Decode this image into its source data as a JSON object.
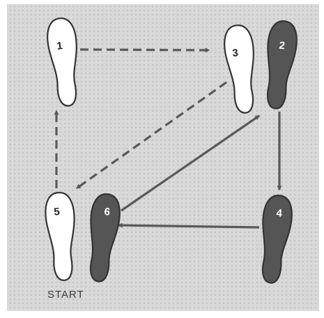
{
  "colors": {
    "background": "#d2d2d2",
    "frame": "#ffffff",
    "light_foot_fill": "#ffffff",
    "dark_foot_fill": "#555555",
    "outline": "#333333",
    "arrow": "#595959"
  },
  "diagram": {
    "start_label": "START",
    "footprints": [
      {
        "id": "1",
        "label": "1",
        "fill": "light",
        "foot": "left"
      },
      {
        "id": "2",
        "label": "2",
        "fill": "dark",
        "foot": "right"
      },
      {
        "id": "3",
        "label": "3",
        "fill": "light",
        "foot": "left"
      },
      {
        "id": "4",
        "label": "4",
        "fill": "dark",
        "foot": "right"
      },
      {
        "id": "5",
        "label": "5",
        "fill": "light",
        "foot": "left"
      },
      {
        "id": "6",
        "label": "6",
        "fill": "dark",
        "foot": "right"
      }
    ],
    "paths": [
      {
        "from": "1",
        "to": "3",
        "style": "dashed"
      },
      {
        "from": "2",
        "to": "4",
        "style": "solid"
      },
      {
        "from": "3",
        "to": "5",
        "style": "dashed"
      },
      {
        "from": "4",
        "to": "6",
        "style": "solid"
      },
      {
        "from": "5",
        "to": "1",
        "style": "dashed"
      },
      {
        "from": "6",
        "to": "2",
        "style": "solid"
      }
    ]
  }
}
